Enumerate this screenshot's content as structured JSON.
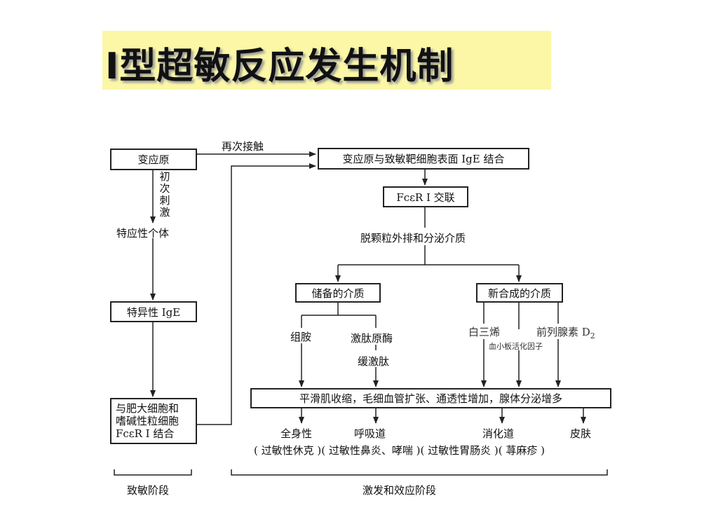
{
  "title": "I型超敏反应发生机制",
  "nodes": {
    "allergen": "变应原",
    "first_contact": "初次刺激",
    "atopic_individual": "特应性个体",
    "specific_ige": "特异性 IgE",
    "bind_cells_line1": "与肥大细胞和",
    "bind_cells_line2": "嗜碱性粒细胞",
    "bind_cells_line3": "FcεR Ⅰ 结合",
    "re_contact": "再次接触",
    "allergen_bind": "变应原与致敏靶细胞表面 IgE 结合",
    "crosslink": "FcεR Ⅰ 交联",
    "degranulation": "脱颗粒外排和分泌介质",
    "stored_mediators": "储备的介质",
    "new_mediators": "新合成的介质",
    "histamine": "组胺",
    "kininogenase": "激肽原酶",
    "bradykinin": "缓激肽",
    "leukotriene": "白三烯",
    "prostaglandin": "前列腺素 D",
    "prostaglandin_sub": "2",
    "paf": "血小板活化因子",
    "effects": "平滑肌收缩，毛细血管扩张、通透性增加，腺体分泌增多",
    "systemic": "全身性",
    "respiratory": "呼吸道",
    "digestive": "消化道",
    "skin": "皮肤",
    "diseases": "( 过敏性休克 )( 过敏性鼻炎、哮喘 )( 过敏性胃肠炎 )( 荨麻疹 )",
    "sensitization_phase": "致敏阶段",
    "effector_phase": "激发和效应阶段"
  }
}
